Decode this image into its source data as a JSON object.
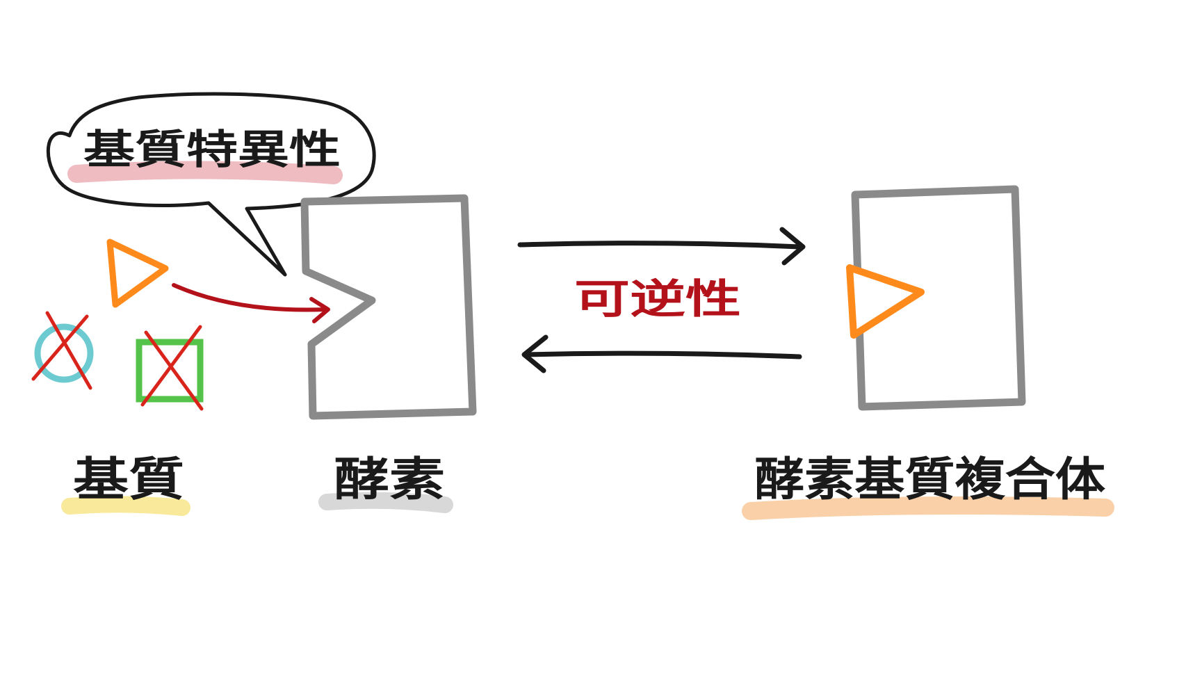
{
  "labels": {
    "substrate_specificity": "基質特異性",
    "reversibility": "可逆性",
    "substrate": "基質",
    "enzyme": "酵素",
    "enzyme_substrate_complex": "酵素基質複合体"
  },
  "colors": {
    "ink": "#1a1a1a",
    "enzyme_gray": "#8a8a8a",
    "substrate_orange": "#ff8a1c",
    "reject_red": "#d9241c",
    "arrow_red": "#b3121a",
    "reversible_text_red": "#b3121a",
    "circle_teal": "#6ccad0",
    "square_green": "#55c24a",
    "highlight_pink": "#e8a0a8",
    "highlight_yellow": "#f6e27a",
    "highlight_gray": "#c8c8c8",
    "highlight_orange": "#f7c089"
  }
}
